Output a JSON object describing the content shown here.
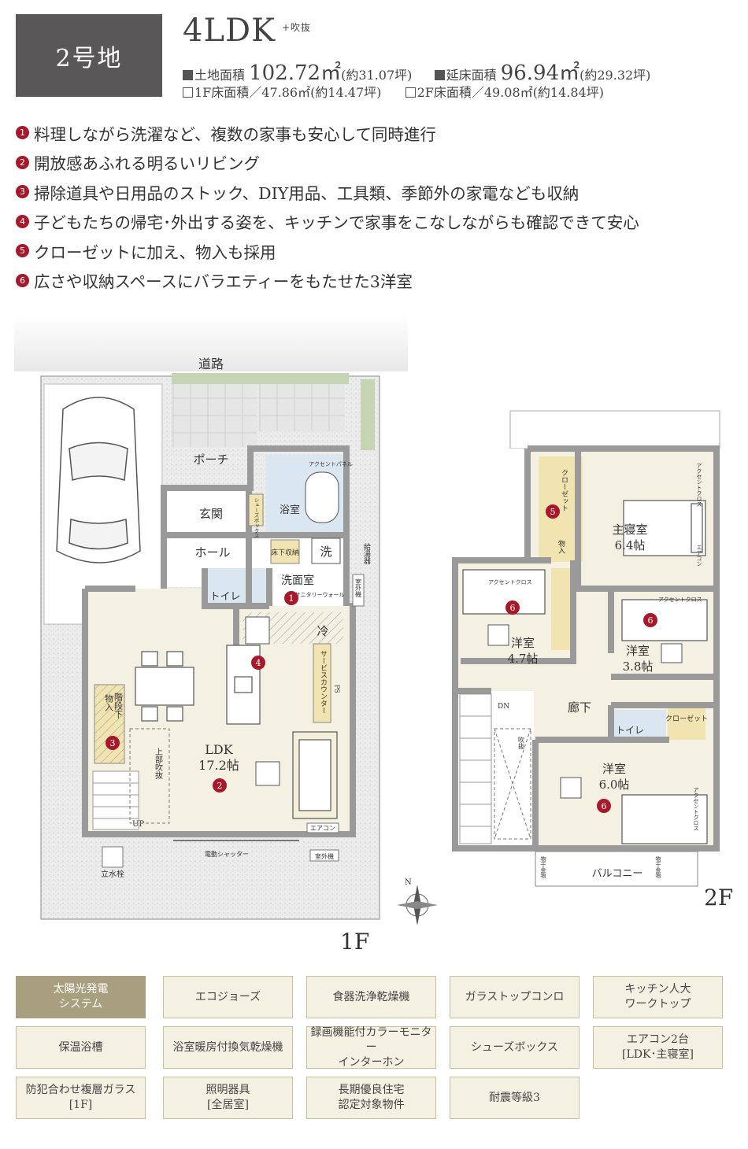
{
  "lot": "2号地",
  "layout": "4LDK",
  "layout_note": "+吹抜",
  "area": {
    "land_label": "土地面積",
    "land_value": "102.72㎡",
    "land_tsubo": "(約31.07坪)",
    "floor_label": "延床面積",
    "floor_value": "96.94㎡",
    "floor_tsubo": "(約29.32坪)",
    "f1": "1F床面積／47.86㎡(約14.47坪)",
    "f2": "2F床面積／49.08㎡(約14.84坪)"
  },
  "features": [
    {
      "n": "1",
      "text": "料理しながら洗濯など、複数の家事も安心して同時進行"
    },
    {
      "n": "2",
      "text": "開放感あふれる明るいリビング"
    },
    {
      "n": "3",
      "text": "掃除道具や日用品のストック、DIY用品、工具類、季節外の家電なども収納"
    },
    {
      "n": "4",
      "text": "子どもたちの帰宅･外出する姿を、キッチンで家事をこなしながらも確認できて安心"
    },
    {
      "n": "5",
      "text": "クローゼットに加え、物入も採用"
    },
    {
      "n": "6",
      "text": "広さや収納スペースにバラエティーをもたせた3洋室"
    }
  ],
  "plan1f": {
    "floor": "1F",
    "road": "道路",
    "porch": "ポーチ",
    "entrance": "玄関",
    "shoebox": "シューズボックス",
    "bath": "浴室",
    "accent_panel": "アクセントパネル",
    "hall": "ホール",
    "underfloor": "床下収納",
    "washer": "洗",
    "water_heater": "給湯器",
    "washroom": "洗面室",
    "sanitary": "サニタリーウォール",
    "toilet": "トイレ",
    "outdoor_unit": "室外機",
    "fridge": "冷",
    "service_counter": "サービスカウンター",
    "ps": "PS",
    "storage": "物入",
    "under_stairs": "階段下",
    "atrium_above": "上部吹抜",
    "ldk": "LDK",
    "ldk_size": "17.2帖",
    "up": "UP",
    "aircon": "エアコン",
    "shutter": "電動シャッター",
    "outdoor_unit2": "室外機",
    "faucet": "立水栓",
    "north": "N"
  },
  "plan2f": {
    "floor": "2F",
    "closet": "クローゼット",
    "storage": "物入",
    "master": "主寝室",
    "master_size": "6.4帖",
    "accent_cross": "アクセントクロス",
    "aircon": "エアコン",
    "room_a": "洋室",
    "room_a_size": "4.7帖",
    "room_b": "洋室",
    "room_b_size": "3.8帖",
    "corridor": "廊下",
    "dn": "DN",
    "atrium": "吹抜",
    "toilet": "トイレ",
    "closet2": "クローゼット",
    "room_c": "洋室",
    "room_c_size": "6.0帖",
    "balcony": "バルコニー",
    "drying": "物干金物"
  },
  "equipment": [
    {
      "label": "太陽光発電\nシステム",
      "highlight": true
    },
    {
      "label": "エコジョーズ",
      "highlight": false
    },
    {
      "label": "食器洗浄乾燥機",
      "highlight": false
    },
    {
      "label": "ガラストップコンロ",
      "highlight": false
    },
    {
      "label": "キッチン人大\nワークトップ",
      "highlight": false
    },
    {
      "label": "保温浴槽",
      "highlight": false
    },
    {
      "label": "浴室暖房付換気乾燥機",
      "highlight": false
    },
    {
      "label": "録画機能付カラーモニター\nインターホン",
      "highlight": false
    },
    {
      "label": "シューズボックス",
      "highlight": false
    },
    {
      "label": "エアコン2台\n[LDK･主寝室]",
      "highlight": false
    },
    {
      "label": "防犯合わせ複層ガラス\n[1F]",
      "highlight": false
    },
    {
      "label": "照明器具\n[全居室]",
      "highlight": false
    },
    {
      "label": "長期優良住宅\n認定対象物件",
      "highlight": false
    },
    {
      "label": "耐震等級3",
      "highlight": false
    }
  ],
  "colors": {
    "accent": "#a8182b",
    "badge": "#595757",
    "floor_fill": "#f4f1e3",
    "wall": "#9a9a9a",
    "storage_fill": "#f2e4b0"
  }
}
